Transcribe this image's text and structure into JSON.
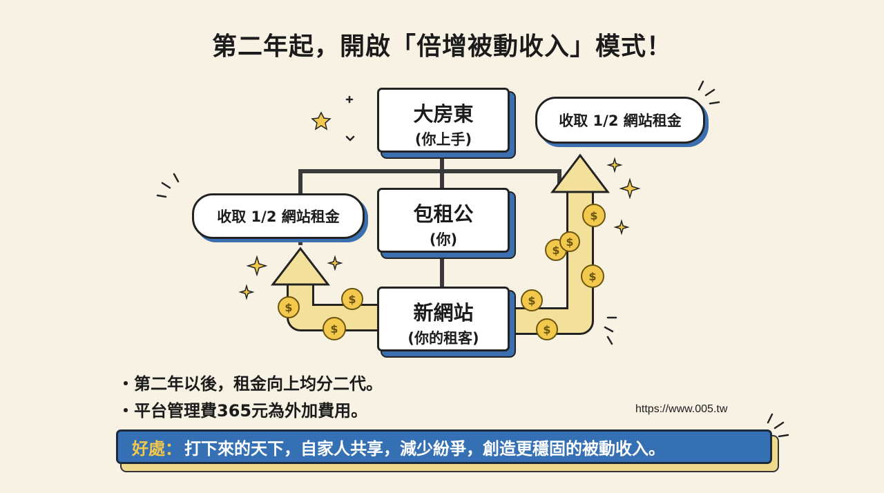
{
  "title": "第二年起，開啟「倍增被動收入」模式！",
  "nodes": {
    "top": {
      "name": "大房東",
      "sub": "(你上手)"
    },
    "middle": {
      "name": "包租公",
      "sub": "(你)"
    },
    "bottom": {
      "name": "新網站",
      "sub": "(你的租客)"
    }
  },
  "bubbles": {
    "right": "收取 1/2 網站租金",
    "left": "收取 1/2 網站租金"
  },
  "bullets": [
    "・第二年以後，租金向上均分二代。",
    "・平台管理費365元為外加費用。"
  ],
  "url": "https://www.005.tw",
  "benefit": {
    "label": "好處：",
    "text": "打下來的天下，自家人共享，減少紛爭，創造更穩固的被動收入。"
  },
  "colors": {
    "blue": "#3570b4",
    "gold": "#f2c94c",
    "arrow": "#f3e09a"
  }
}
